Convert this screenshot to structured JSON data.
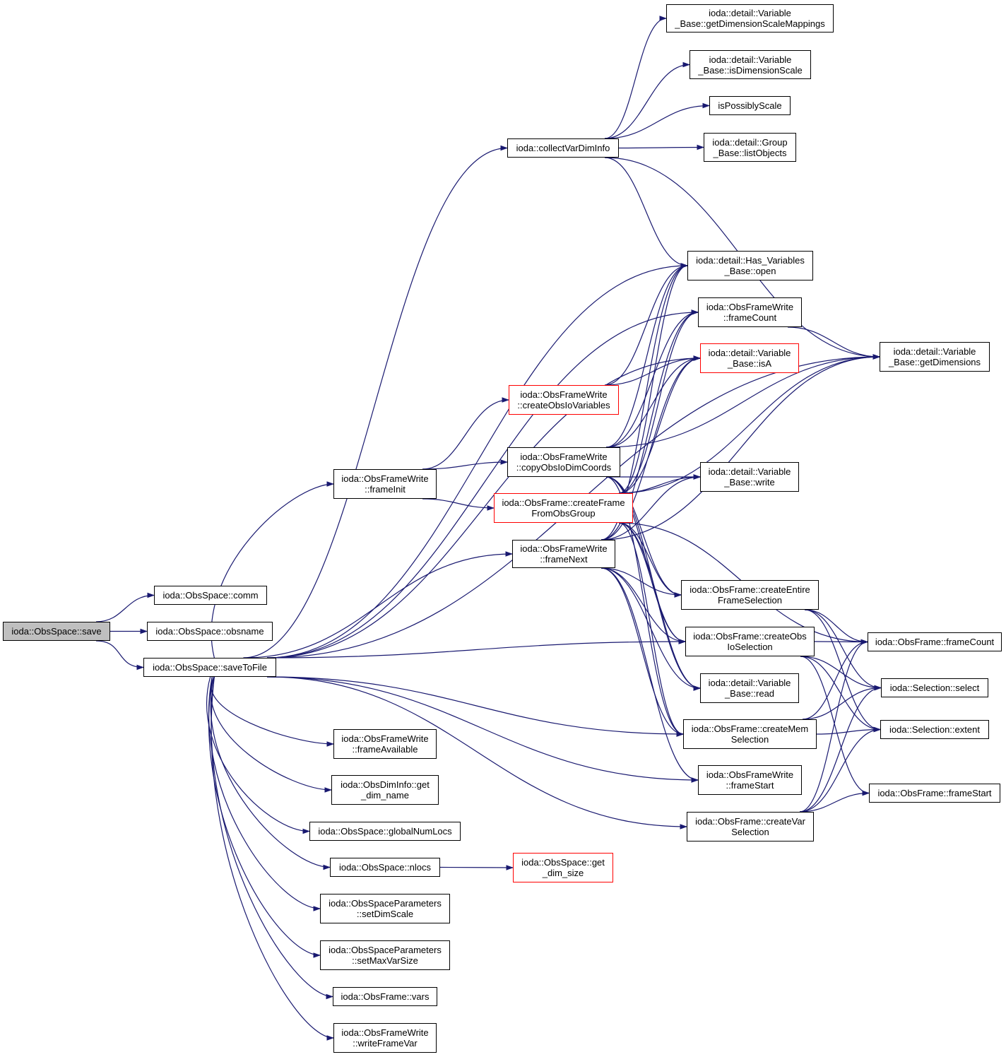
{
  "colors": {
    "edge": "#191970",
    "border": "#000000",
    "truncated_border": "#ff0000",
    "root_fill": "#bfbfbf"
  },
  "nodes": {
    "save": {
      "lines": [
        "ioda::ObsSpace::save"
      ],
      "truncated": false,
      "is_root": true
    },
    "comm": {
      "lines": [
        "ioda::ObsSpace::comm"
      ],
      "truncated": false
    },
    "obsname": {
      "lines": [
        "ioda::ObsSpace::obsname"
      ],
      "truncated": false
    },
    "saveToFile": {
      "lines": [
        "ioda::ObsSpace::saveToFile"
      ],
      "truncated": false
    },
    "frameAvailable": {
      "lines": [
        "ioda::ObsFrameWrite",
        "::frameAvailable"
      ],
      "truncated": false
    },
    "getDimName": {
      "lines": [
        "ioda::ObsDimInfo::get",
        "_dim_name"
      ],
      "truncated": false
    },
    "globalNumLocs": {
      "lines": [
        "ioda::ObsSpace::globalNumLocs"
      ],
      "truncated": false
    },
    "nlocs": {
      "lines": [
        "ioda::ObsSpace::nlocs"
      ],
      "truncated": false
    },
    "getDimSize": {
      "lines": [
        "ioda::ObsSpace::get",
        "_dim_size"
      ],
      "truncated": true
    },
    "setDimScale": {
      "lines": [
        "ioda::ObsSpaceParameters",
        "::setDimScale"
      ],
      "truncated": false
    },
    "setMaxVarSize": {
      "lines": [
        "ioda::ObsSpaceParameters",
        "::setMaxVarSize"
      ],
      "truncated": false
    },
    "vars": {
      "lines": [
        "ioda::ObsFrame::vars"
      ],
      "truncated": false
    },
    "writeFrameVar": {
      "lines": [
        "ioda::ObsFrameWrite",
        "::writeFrameVar"
      ],
      "truncated": false
    },
    "frameInit": {
      "lines": [
        "ioda::ObsFrameWrite",
        "::frameInit"
      ],
      "truncated": false
    },
    "collectVarDimInfo": {
      "lines": [
        "ioda::collectVarDimInfo"
      ],
      "truncated": false
    },
    "getDimScaleMappings": {
      "lines": [
        "ioda::detail::Variable",
        "_Base::getDimensionScaleMappings"
      ],
      "truncated": false
    },
    "isDimensionScale": {
      "lines": [
        "ioda::detail::Variable",
        "_Base::isDimensionScale"
      ],
      "truncated": false
    },
    "isPossiblyScale": {
      "lines": [
        "isPossiblyScale"
      ],
      "truncated": false
    },
    "listObjects": {
      "lines": [
        "ioda::detail::Group",
        "_Base::listObjects"
      ],
      "truncated": false
    },
    "hasVarOpen": {
      "lines": [
        "ioda::detail::Has_Variables",
        "_Base::open"
      ],
      "truncated": false
    },
    "frameCountWrite": {
      "lines": [
        "ioda::ObsFrameWrite",
        "::frameCount"
      ],
      "truncated": false
    },
    "isA": {
      "lines": [
        "ioda::detail::Variable",
        "_Base::isA"
      ],
      "truncated": true
    },
    "getDimensions": {
      "lines": [
        "ioda::detail::Variable",
        "_Base::getDimensions"
      ],
      "truncated": false
    },
    "createObsIoVariables": {
      "lines": [
        "ioda::ObsFrameWrite",
        "::createObsIoVariables"
      ],
      "truncated": true
    },
    "copyObsIoDimCoords": {
      "lines": [
        "ioda::ObsFrameWrite",
        "::copyObsIoDimCoords"
      ],
      "truncated": false
    },
    "varWrite": {
      "lines": [
        "ioda::detail::Variable",
        "_Base::write"
      ],
      "truncated": false
    },
    "createFrameFromObsGroup": {
      "lines": [
        "ioda::ObsFrame::createFrame",
        "FromObsGroup"
      ],
      "truncated": true
    },
    "frameNext": {
      "lines": [
        "ioda::ObsFrameWrite",
        "::frameNext"
      ],
      "truncated": false
    },
    "createEntireFrameSelection": {
      "lines": [
        "ioda::ObsFrame::createEntire",
        "FrameSelection"
      ],
      "truncated": false
    },
    "createObsIoSelection": {
      "lines": [
        "ioda::ObsFrame::createObs",
        "IoSelection"
      ],
      "truncated": false
    },
    "varRead": {
      "lines": [
        "ioda::detail::Variable",
        "_Base::read"
      ],
      "truncated": false
    },
    "createMemSelection": {
      "lines": [
        "ioda::ObsFrame::createMem",
        "Selection"
      ],
      "truncated": false
    },
    "frameStartWrite": {
      "lines": [
        "ioda::ObsFrameWrite",
        "::frameStart"
      ],
      "truncated": false
    },
    "createVarSelection": {
      "lines": [
        "ioda::ObsFrame::createVar",
        "Selection"
      ],
      "truncated": false
    },
    "frameCount": {
      "lines": [
        "ioda::ObsFrame::frameCount"
      ],
      "truncated": false
    },
    "select": {
      "lines": [
        "ioda::Selection::select"
      ],
      "truncated": false
    },
    "extent": {
      "lines": [
        "ioda::Selection::extent"
      ],
      "truncated": false
    },
    "frameStart": {
      "lines": [
        "ioda::ObsFrame::frameStart"
      ],
      "truncated": false
    }
  },
  "edges": [
    [
      "save",
      "comm"
    ],
    [
      "save",
      "obsname"
    ],
    [
      "save",
      "saveToFile"
    ],
    [
      "saveToFile",
      "frameAvailable"
    ],
    [
      "saveToFile",
      "getDimName"
    ],
    [
      "saveToFile",
      "globalNumLocs"
    ],
    [
      "saveToFile",
      "nlocs"
    ],
    [
      "saveToFile",
      "setDimScale"
    ],
    [
      "saveToFile",
      "setMaxVarSize"
    ],
    [
      "saveToFile",
      "vars"
    ],
    [
      "saveToFile",
      "writeFrameVar"
    ],
    [
      "saveToFile",
      "frameInit"
    ],
    [
      "saveToFile",
      "collectVarDimInfo"
    ],
    [
      "saveToFile",
      "hasVarOpen"
    ],
    [
      "saveToFile",
      "frameCountWrite"
    ],
    [
      "saveToFile",
      "isA"
    ],
    [
      "saveToFile",
      "getDimensions"
    ],
    [
      "saveToFile",
      "frameNext"
    ],
    [
      "saveToFile",
      "createObsIoSelection"
    ],
    [
      "saveToFile",
      "createMemSelection"
    ],
    [
      "saveToFile",
      "frameStartWrite"
    ],
    [
      "saveToFile",
      "createVarSelection"
    ],
    [
      "nlocs",
      "getDimSize"
    ],
    [
      "collectVarDimInfo",
      "getDimScaleMappings"
    ],
    [
      "collectVarDimInfo",
      "isDimensionScale"
    ],
    [
      "collectVarDimInfo",
      "isPossiblyScale"
    ],
    [
      "collectVarDimInfo",
      "listObjects"
    ],
    [
      "collectVarDimInfo",
      "hasVarOpen"
    ],
    [
      "collectVarDimInfo",
      "getDimensions"
    ],
    [
      "frameInit",
      "createObsIoVariables"
    ],
    [
      "frameInit",
      "copyObsIoDimCoords"
    ],
    [
      "frameInit",
      "createFrameFromObsGroup"
    ],
    [
      "createObsIoVariables",
      "hasVarOpen"
    ],
    [
      "createObsIoVariables",
      "isA"
    ],
    [
      "copyObsIoDimCoords",
      "hasVarOpen"
    ],
    [
      "copyObsIoDimCoords",
      "frameCountWrite"
    ],
    [
      "copyObsIoDimCoords",
      "isA"
    ],
    [
      "copyObsIoDimCoords",
      "getDimensions"
    ],
    [
      "copyObsIoDimCoords",
      "varWrite"
    ],
    [
      "copyObsIoDimCoords",
      "createEntireFrameSelection"
    ],
    [
      "copyObsIoDimCoords",
      "createObsIoSelection"
    ],
    [
      "copyObsIoDimCoords",
      "varRead"
    ],
    [
      "copyObsIoDimCoords",
      "createMemSelection"
    ],
    [
      "createFrameFromObsGroup",
      "hasVarOpen"
    ],
    [
      "createFrameFromObsGroup",
      "frameCountWrite"
    ],
    [
      "createFrameFromObsGroup",
      "isA"
    ],
    [
      "createFrameFromObsGroup",
      "getDimensions"
    ],
    [
      "createFrameFromObsGroup",
      "varWrite"
    ],
    [
      "createFrameFromObsGroup",
      "frameCount"
    ],
    [
      "createFrameFromObsGroup",
      "createEntireFrameSelection"
    ],
    [
      "createFrameFromObsGroup",
      "createObsIoSelection"
    ],
    [
      "createFrameFromObsGroup",
      "varRead"
    ],
    [
      "createFrameFromObsGroup",
      "createMemSelection"
    ],
    [
      "frameNext",
      "hasVarOpen"
    ],
    [
      "frameNext",
      "frameCountWrite"
    ],
    [
      "frameNext",
      "isA"
    ],
    [
      "frameNext",
      "getDimensions"
    ],
    [
      "frameNext",
      "varWrite"
    ],
    [
      "frameNext",
      "createEntireFrameSelection"
    ],
    [
      "frameNext",
      "createObsIoSelection"
    ],
    [
      "frameNext",
      "varRead"
    ],
    [
      "frameNext",
      "createMemSelection"
    ],
    [
      "frameNext",
      "frameStartWrite"
    ],
    [
      "frameCountWrite",
      "getDimensions"
    ],
    [
      "createEntireFrameSelection",
      "frameCount"
    ],
    [
      "createEntireFrameSelection",
      "select"
    ],
    [
      "createEntireFrameSelection",
      "extent"
    ],
    [
      "createObsIoSelection",
      "frameCount"
    ],
    [
      "createObsIoSelection",
      "select"
    ],
    [
      "createObsIoSelection",
      "extent"
    ],
    [
      "createObsIoSelection",
      "frameStart"
    ],
    [
      "createMemSelection",
      "frameCount"
    ],
    [
      "createMemSelection",
      "select"
    ],
    [
      "createMemSelection",
      "extent"
    ],
    [
      "createVarSelection",
      "frameCount"
    ],
    [
      "createVarSelection",
      "select"
    ],
    [
      "createVarSelection",
      "extent"
    ],
    [
      "createVarSelection",
      "frameStart"
    ]
  ]
}
